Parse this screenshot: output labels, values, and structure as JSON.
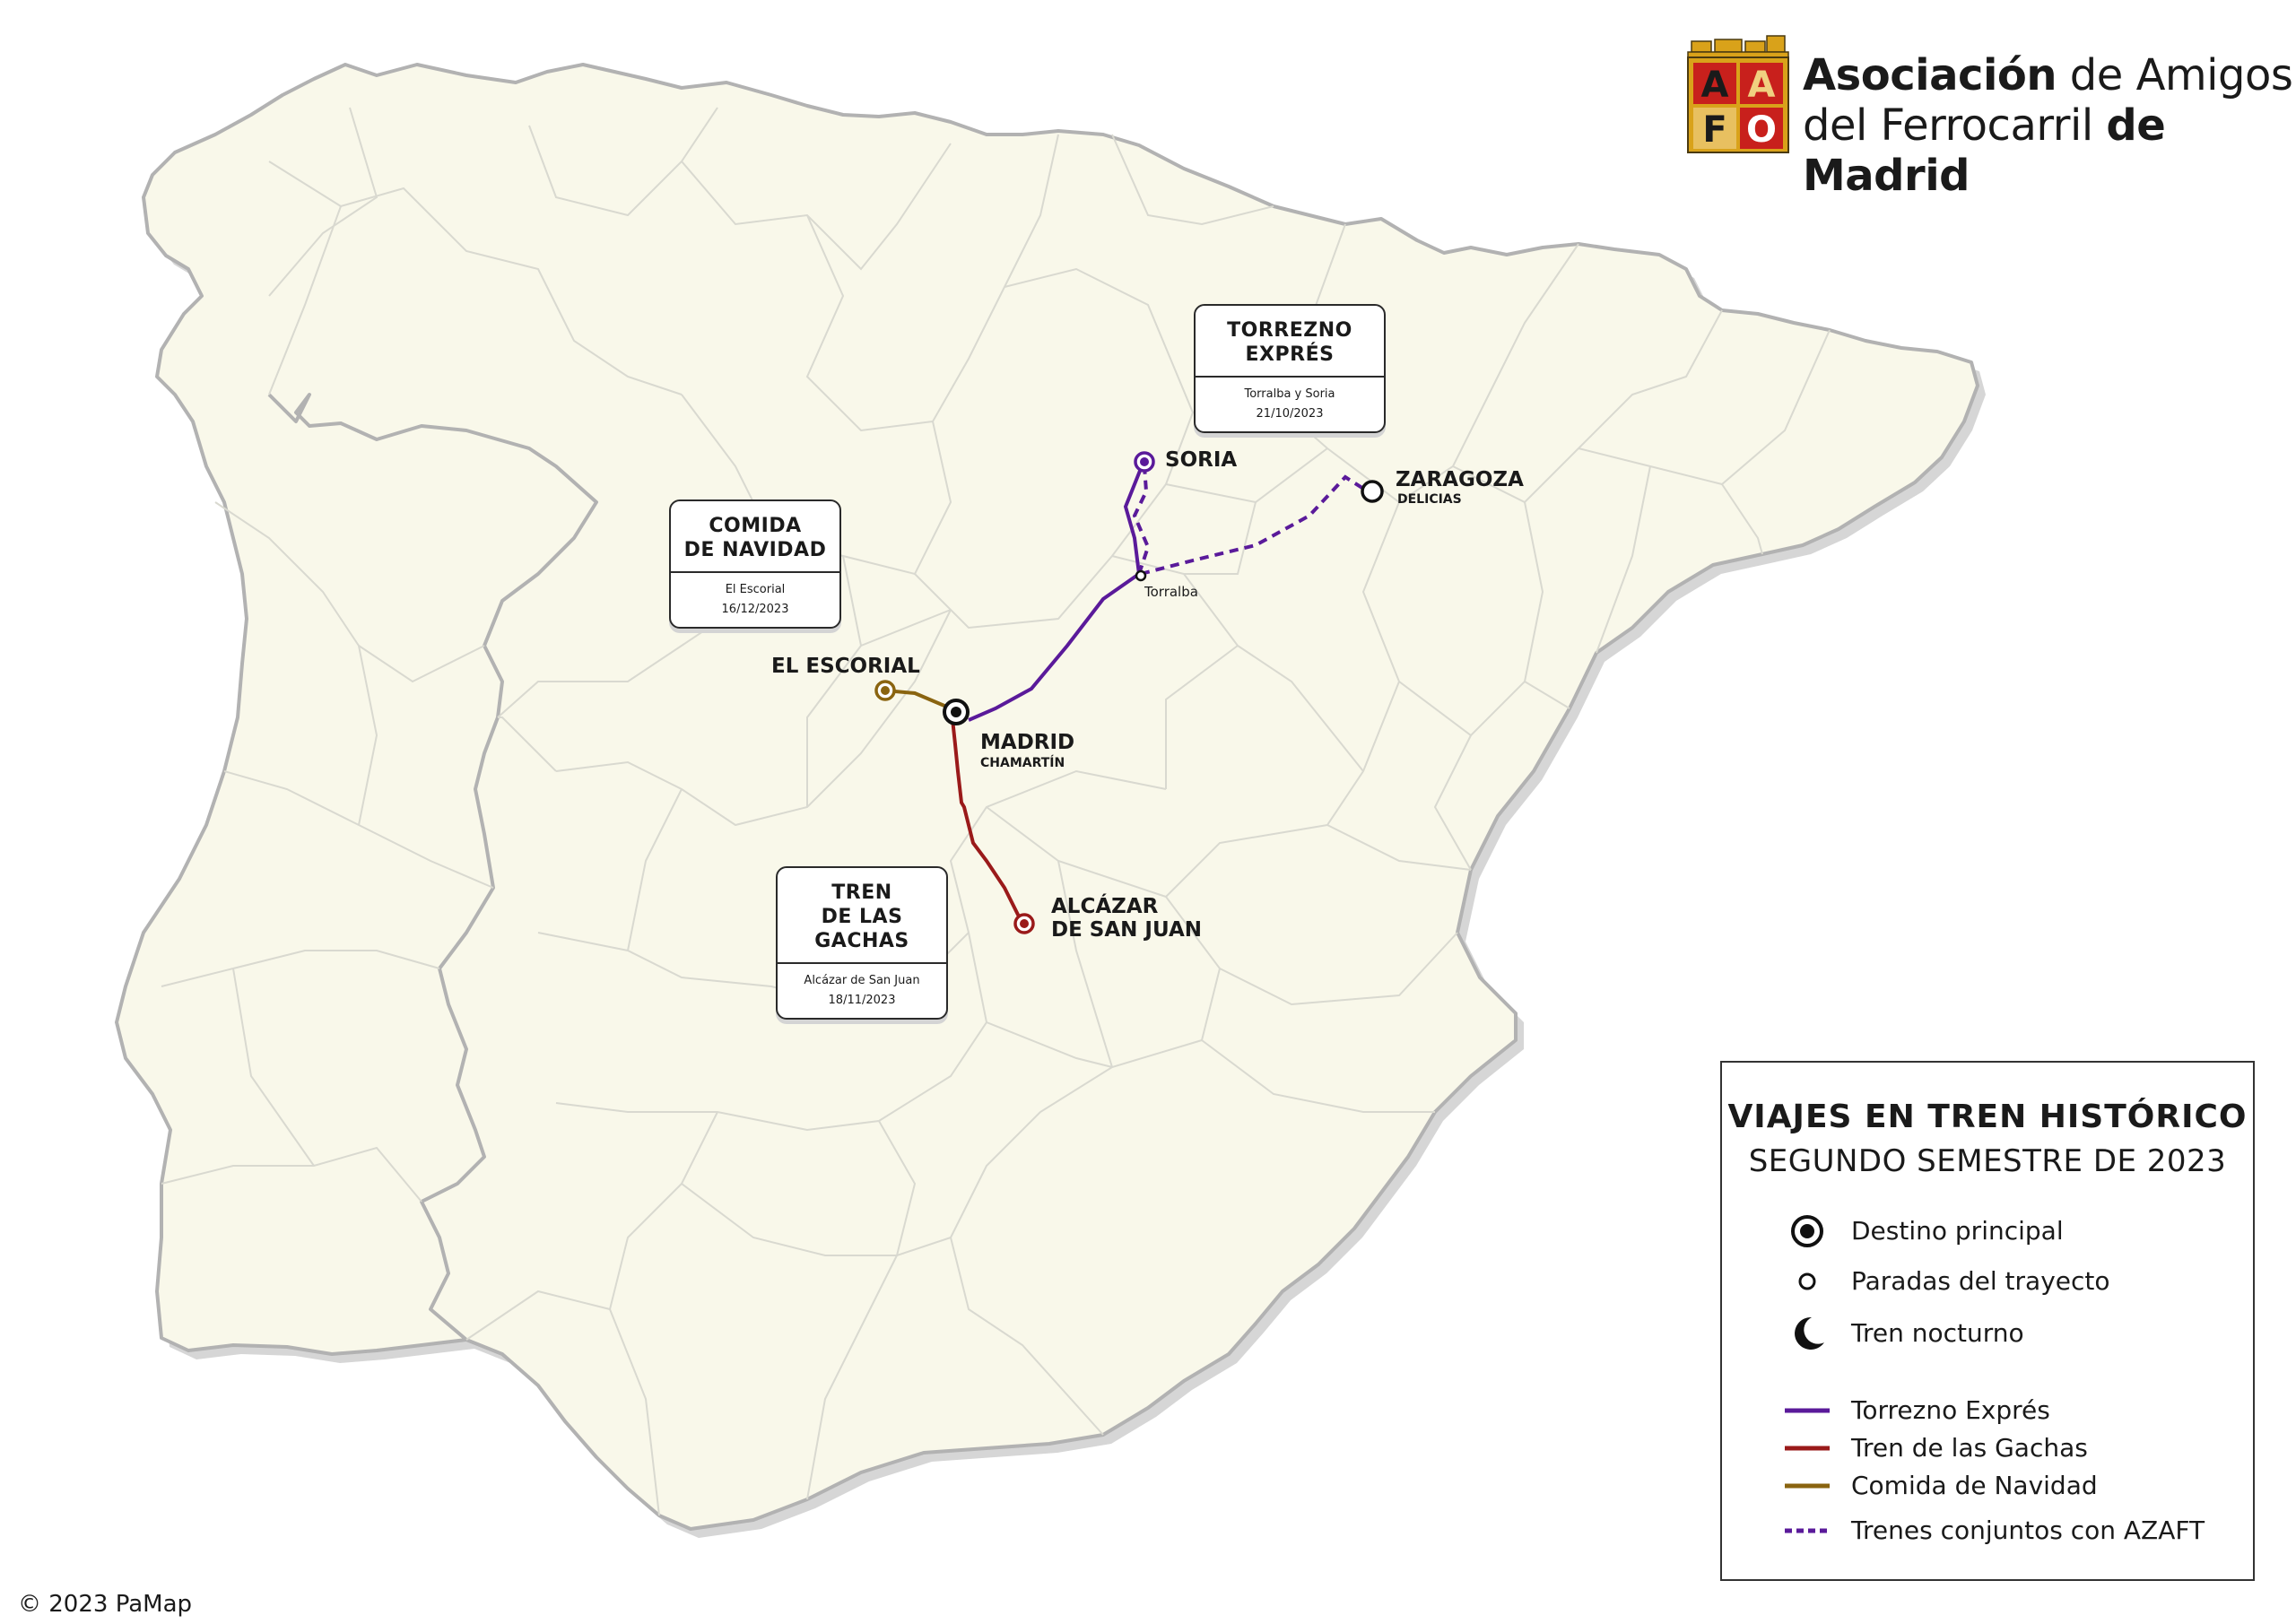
{
  "organization": {
    "line1_bold": "Asociación",
    "line1_rest": " de Amigos",
    "line2_rest": "del Ferrocarril ",
    "line2_bold": "de Madrid",
    "logo_letters": [
      "A",
      "A",
      "F",
      "O"
    ]
  },
  "cities": {
    "madrid": {
      "name": "MADRID",
      "sub": "CHAMARTÍN"
    },
    "soria": {
      "name": "SORIA"
    },
    "zaragoza": {
      "name": "ZARAGOZA",
      "sub": "DELICIAS"
    },
    "escorial": {
      "name": "EL ESCORIAL"
    },
    "alcazar": {
      "name1": "ALCÁZAR",
      "name2": "DE SAN JUAN"
    },
    "torralba": {
      "name": "Torralba"
    }
  },
  "cards": {
    "torrezno": {
      "title": "TORREZNO\nEXPRÉS",
      "place": "Torralba y Soria",
      "date": "21/10/2023"
    },
    "navidad": {
      "title": "COMIDA\nDE NAVIDAD",
      "place": "El Escorial",
      "date": "16/12/2023"
    },
    "gachas": {
      "title": "TREN\nDE LAS GACHAS",
      "place": "Alcázar de San Juan",
      "date": "18/11/2023"
    }
  },
  "legend": {
    "title": "VIAJES EN TREN HISTÓRICO",
    "subtitle": "SEGUNDO SEMESTRE DE 2023",
    "items": [
      {
        "label": "Destino principal"
      },
      {
        "label": "Paradas del trayecto"
      },
      {
        "label": "Tren nocturno"
      },
      {
        "label": "Torrezno Exprés"
      },
      {
        "label": "Tren de las Gachas"
      },
      {
        "label": "Comida de Navidad"
      },
      {
        "label": "Trenes conjuntos con AZAFT"
      }
    ]
  },
  "colors": {
    "torrezno": "#5a1a9a",
    "gachas": "#9a1a1a",
    "navidad": "#8a6410",
    "land": "#f9f8ea",
    "border": "#b2b2b2"
  },
  "copyright": "© 2023 PaMap"
}
